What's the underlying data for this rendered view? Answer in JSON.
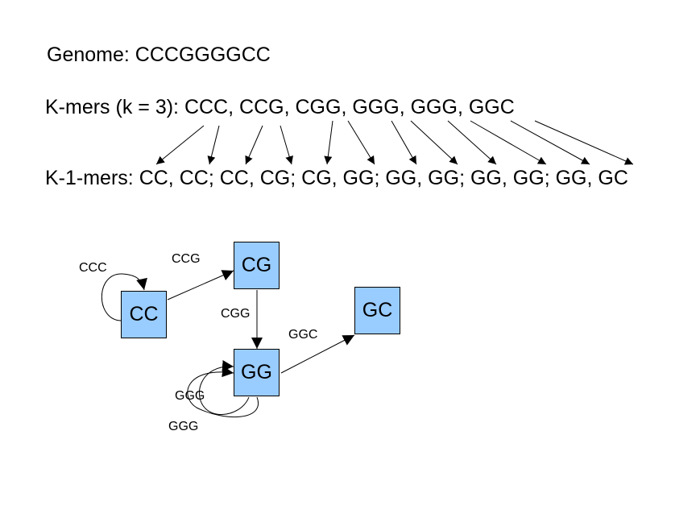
{
  "genome": {
    "label": "Genome:",
    "sequence": "CCCGGGGCC"
  },
  "kmers": {
    "label": "K-mers (k = 3):",
    "items": [
      "CCC",
      "CCG",
      "CGG",
      "GGG",
      "GGG",
      "GGC"
    ]
  },
  "k1mers": {
    "label": "K-1-mers:",
    "items": [
      "CC",
      "CC",
      "CC",
      "CG",
      "CG",
      "GG",
      "GG",
      "GG",
      "GG",
      "GG",
      "GG",
      "GC"
    ]
  },
  "graph": {
    "node_fill": "#99ccff",
    "nodes": [
      {
        "id": "CC",
        "label": "CC"
      },
      {
        "id": "CG",
        "label": "CG"
      },
      {
        "id": "GG",
        "label": "GG"
      },
      {
        "id": "GC",
        "label": "GC"
      }
    ],
    "edges": [
      {
        "from": "CC",
        "to": "CC",
        "label": "CCC"
      },
      {
        "from": "CC",
        "to": "CG",
        "label": "CCG"
      },
      {
        "from": "CG",
        "to": "GG",
        "label": "CGG"
      },
      {
        "from": "GG",
        "to": "GG",
        "label": "GGG"
      },
      {
        "from": "GG",
        "to": "GG",
        "label": "GGG"
      },
      {
        "from": "GG",
        "to": "GC",
        "label": "GGC"
      }
    ]
  }
}
